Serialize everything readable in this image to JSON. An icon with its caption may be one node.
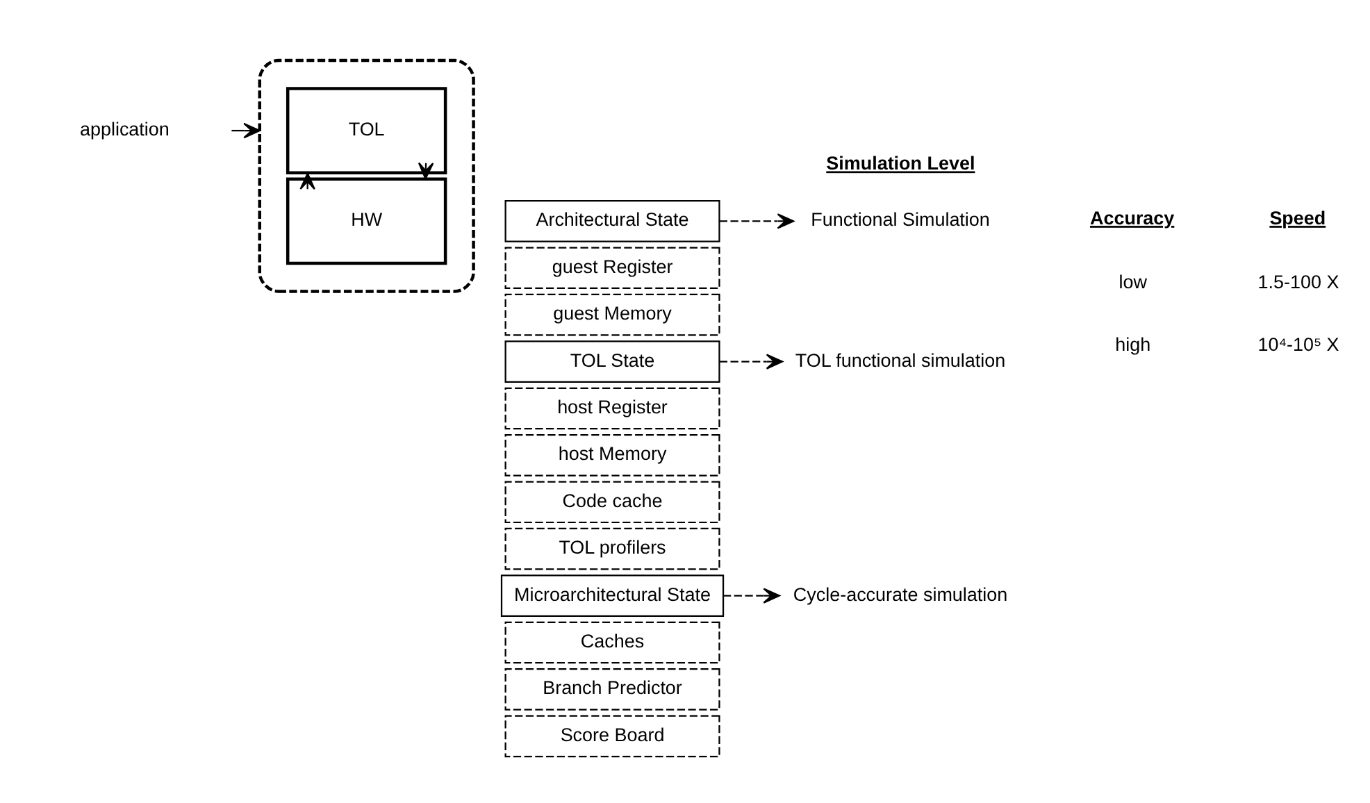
{
  "diagram": {
    "nodes": [
      {
        "text": [
          "application"
        ]
      },
      {
        "text": [],
        "shape": "box"
      },
      {
        "text": [
          "TOL"
        ],
        "in": 1
      },
      {
        "text": [
          "HW"
        ],
        "in": 1
      },
      {
        "text": [
          "Architectural State"
        ]
      },
      {
        "text": [
          "guest Register"
        ]
      },
      {
        "text": [
          "guest Memory"
        ]
      },
      {
        "text": [
          "TOL State"
        ]
      },
      {
        "text": [
          "host Register"
        ]
      },
      {
        "text": [
          "host Memory"
        ]
      },
      {
        "text": [
          "Code cache"
        ]
      },
      {
        "text": [
          "TOL profilers"
        ]
      },
      {
        "text": [
          "Microarchitectural State"
        ]
      },
      {
        "text": [
          "Caches"
        ]
      },
      {
        "text": [
          "Branch Predictor"
        ]
      },
      {
        "text": [
          "Score Board"
        ]
      },
      {
        "text": [
          "Functional Simulation"
        ]
      },
      {
        "text": [
          "TOL functional simulation"
        ]
      },
      {
        "text": [
          "Cycle-accurate simulation"
        ]
      }
    ],
    "edges": [
      {
        "from": 0,
        "to": 1,
        "arrow": "to"
      },
      {
        "from": 2,
        "to": 3,
        "arrow": "to"
      },
      {
        "from": 3,
        "to": 2,
        "arrow": "to"
      },
      {
        "from": 4,
        "to": 16,
        "arrow": "to",
        "style": "dashed"
      },
      {
        "from": 7,
        "to": 17,
        "arrow": "to",
        "style": "dashed"
      },
      {
        "from": 12,
        "to": 18,
        "arrow": "to",
        "style": "dashed"
      }
    ],
    "labels": [
      "Simulation Level",
      "Accuracy",
      "Speed",
      "low",
      "high",
      "1.5-100 X",
      "10⁴-10⁵ X"
    ]
  }
}
